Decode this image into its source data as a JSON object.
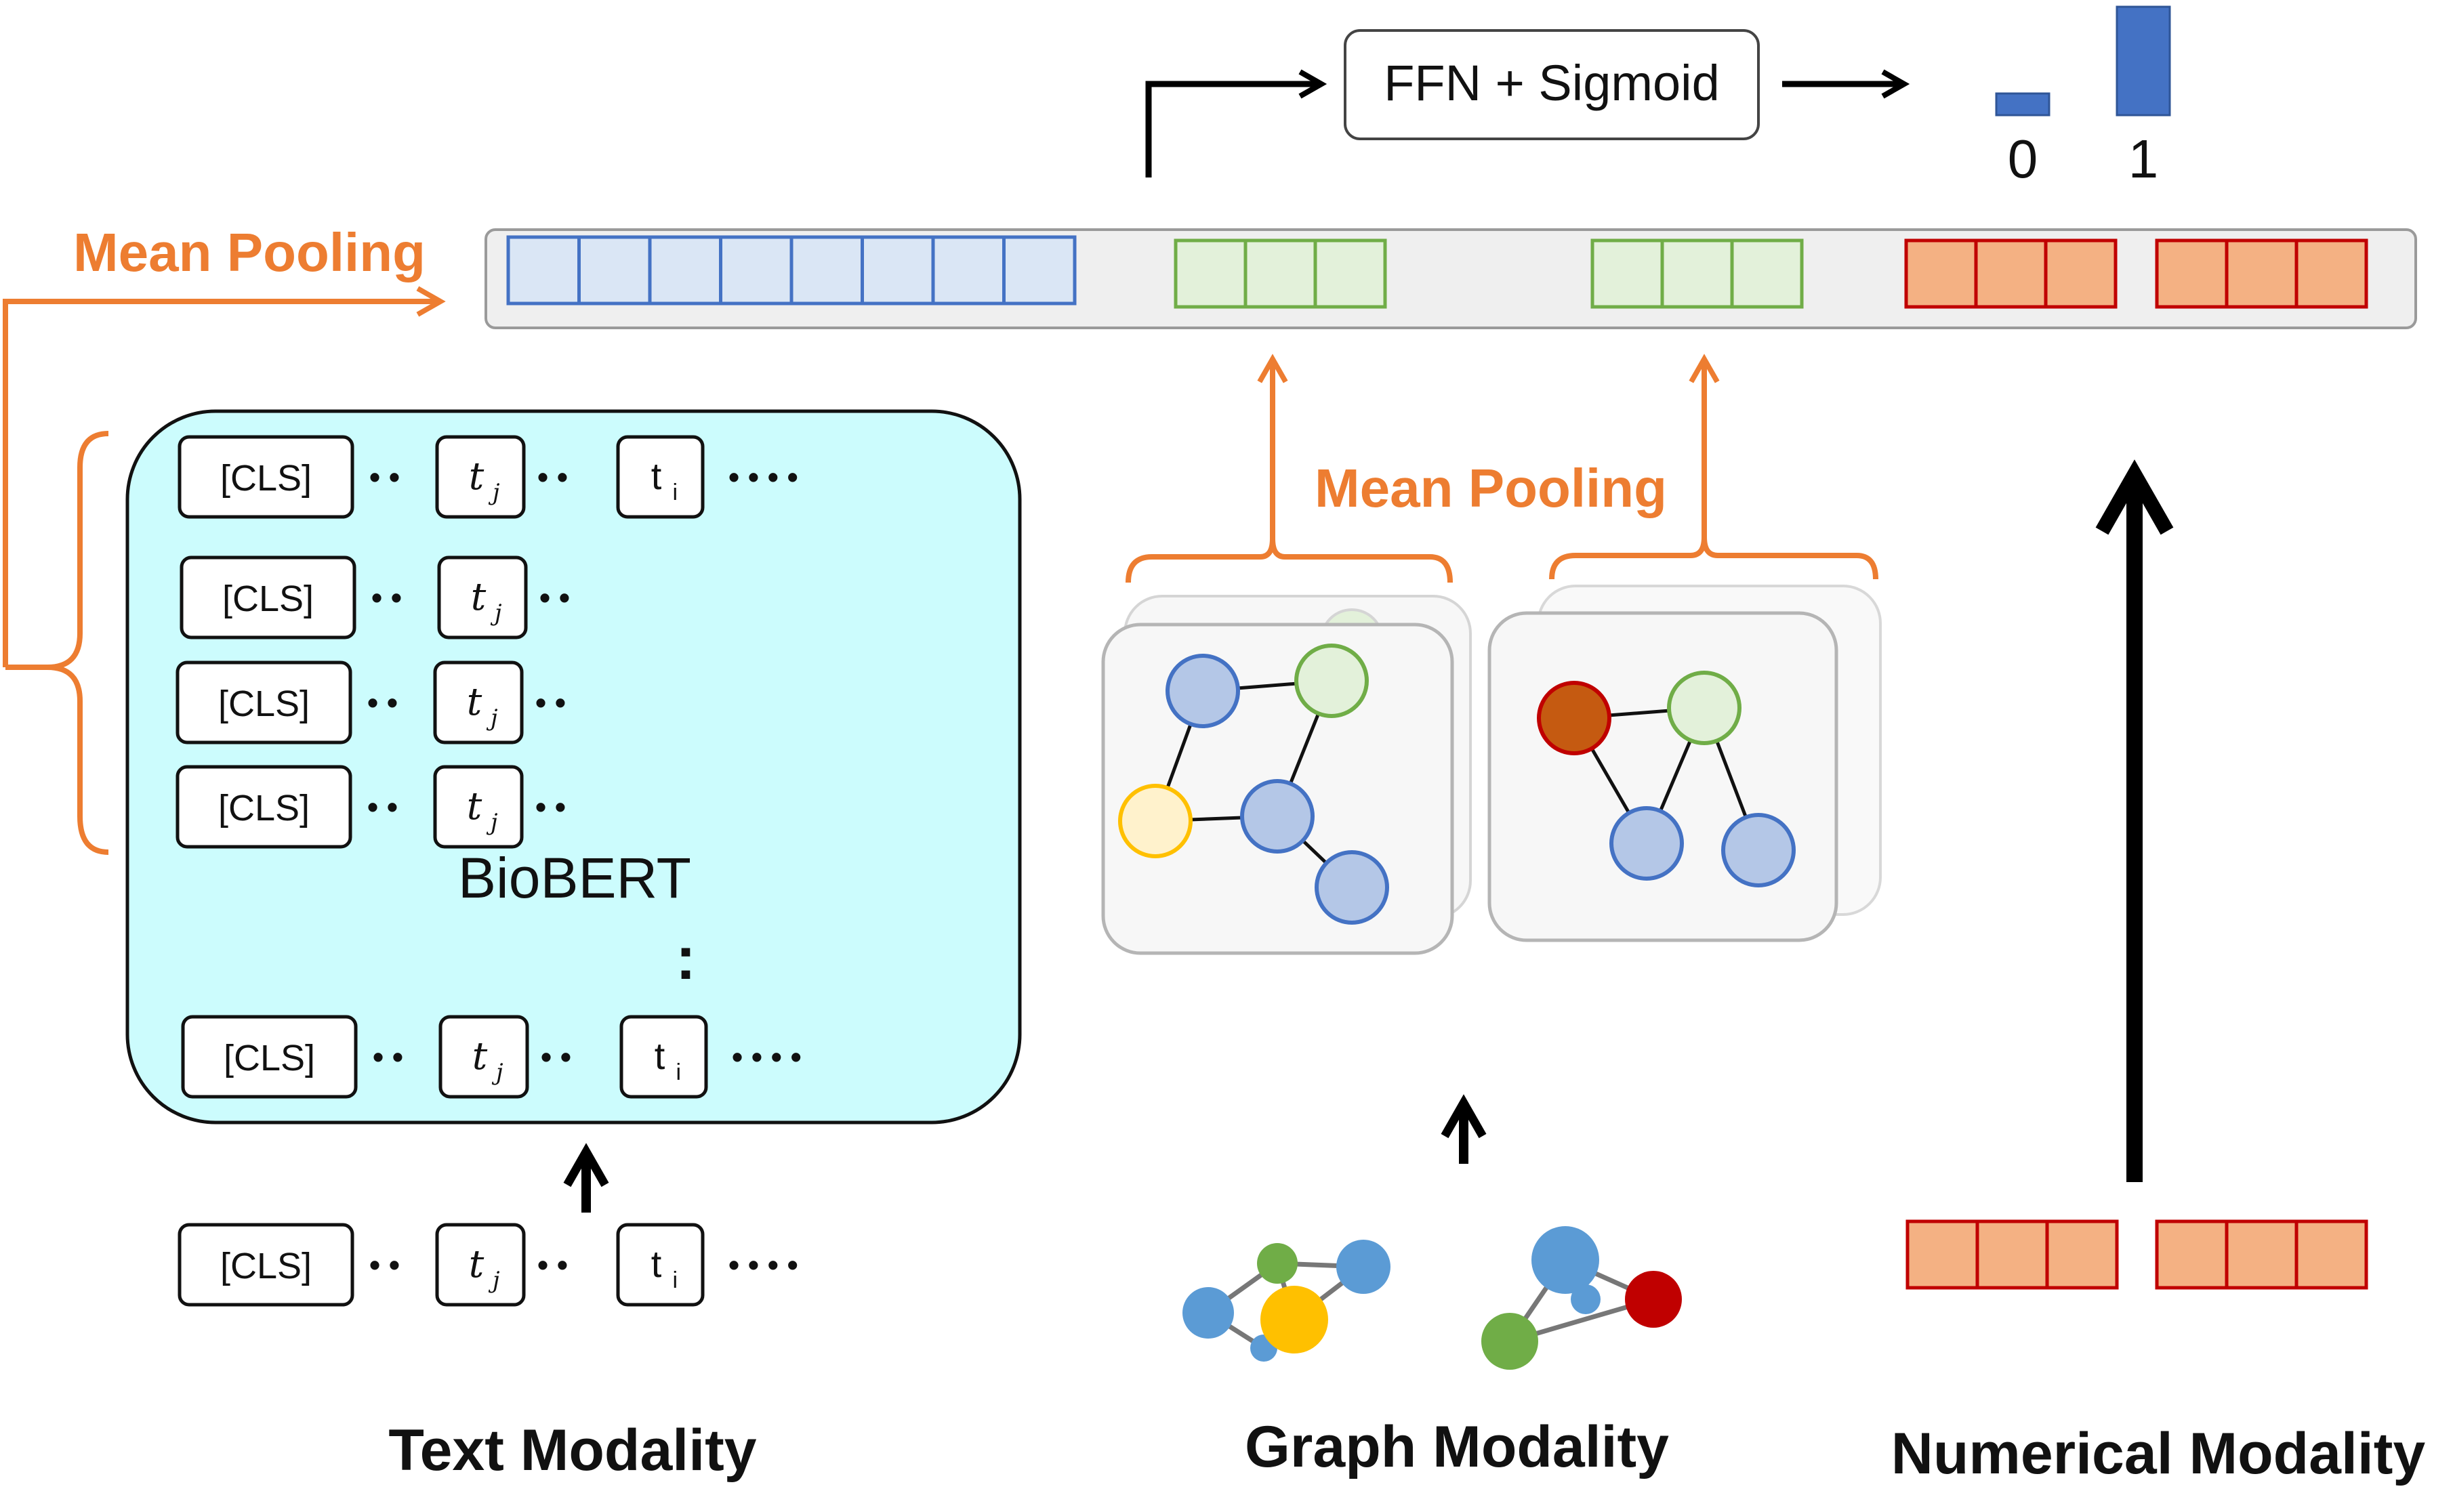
{
  "labels": {
    "mean_pooling_left": "Mean Pooling",
    "mean_pooling_graph": "Mean Pooling",
    "ffn_sigmoid": "FFN + Sigmoid",
    "output_0": "0",
    "output_1": "1",
    "biobert": "BioBERT",
    "vertical_ellipsis": ":",
    "text_modality": "Text Modality",
    "graph_modality": "Graph Modality",
    "numerical_modality": "Numerical Modality"
  },
  "tokens": {
    "cls": "[CLS]",
    "tj": "t",
    "tj_sub": "j",
    "ti": "t",
    "ti_sub": "i",
    "dots2": "• •",
    "dots4": "• • • •"
  },
  "colors": {
    "orange": "#ED7D31",
    "blue_fill": "#DAE6F5",
    "blue_stroke": "#4472C4",
    "green_fill": "#E3F1DA",
    "green_stroke": "#70AD47",
    "red_fill": "#F4B183",
    "red_stroke": "#C00000",
    "biobert_fill": "#CCFCFD",
    "output_bar": "#4472C4"
  },
  "outputs": [
    {
      "label": "0",
      "probability": 0.2
    },
    {
      "label": "1",
      "probability": 1.0
    }
  ]
}
